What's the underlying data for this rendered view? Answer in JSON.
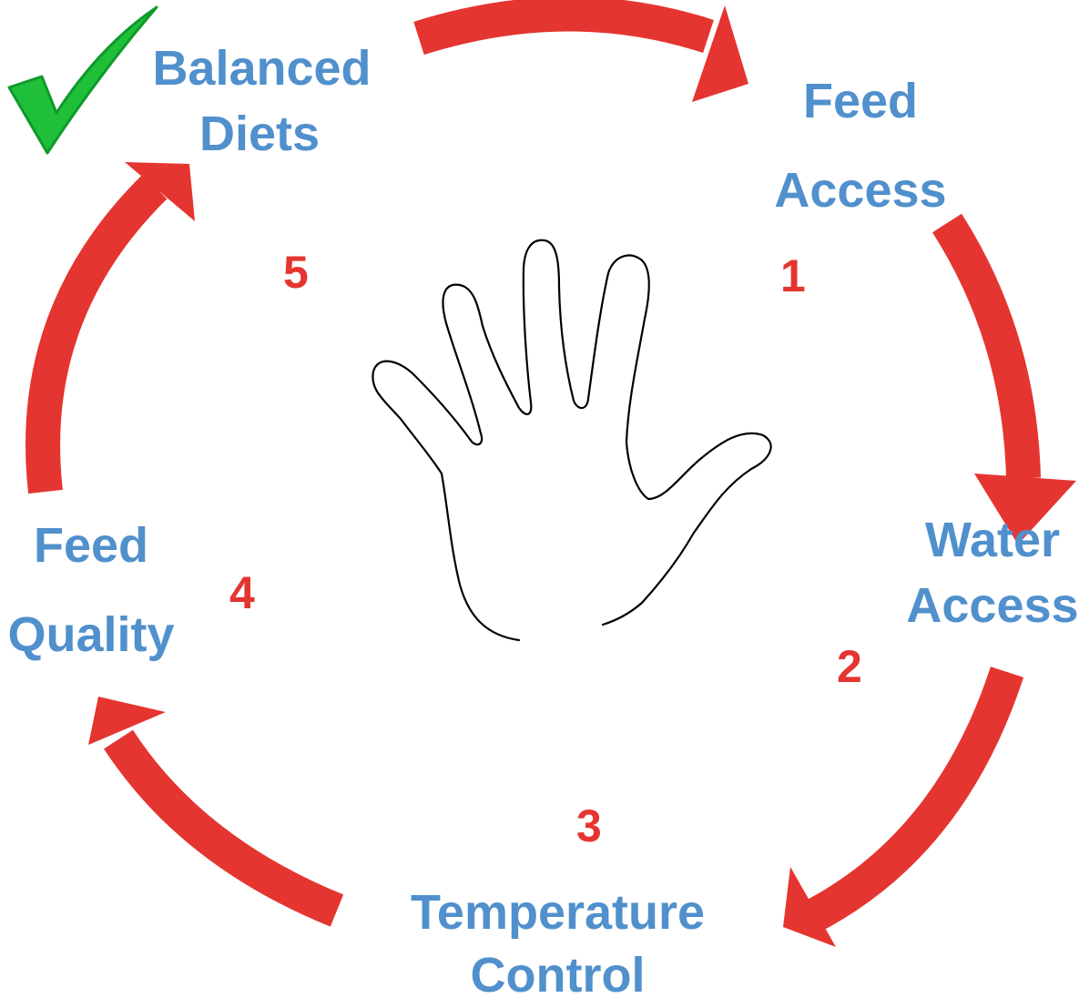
{
  "steps": [
    {
      "number": "1",
      "line1": "Feed",
      "line2": "Access"
    },
    {
      "number": "2",
      "line1": "Water",
      "line2": "Access"
    },
    {
      "number": "3",
      "line1": "Temperature",
      "line2": "Control"
    },
    {
      "number": "4",
      "line1": "Feed",
      "line2": "Quality"
    },
    {
      "number": "5",
      "line1": "Balanced",
      "line2": "Diets"
    }
  ],
  "colors": {
    "label": "#5090cc",
    "number": "#e53530",
    "arrow": "#e53530",
    "check": "#1fbf3a",
    "hand_outline": "#000000"
  },
  "icons": {
    "check": "green-check-mark-icon",
    "hand": "open-hand-outline-icon",
    "arrow": "curved-red-arrow-icon"
  }
}
